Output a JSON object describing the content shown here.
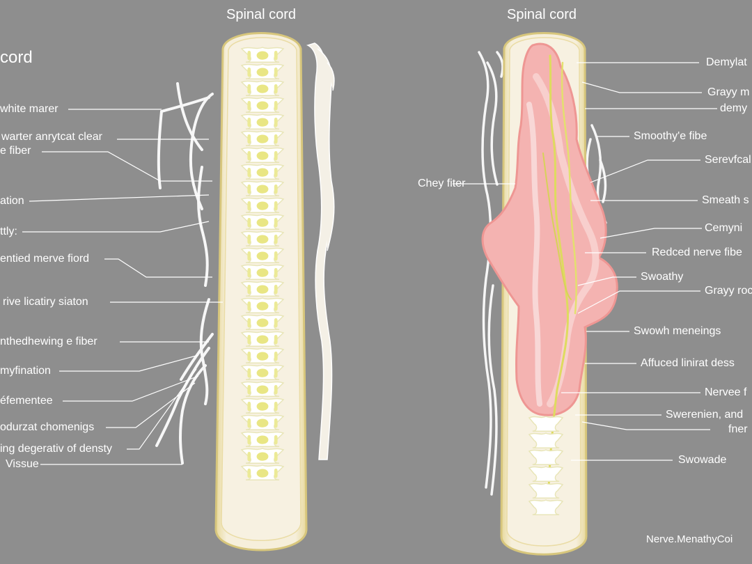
{
  "diagram": {
    "left_panel": {
      "title": "Spinal cord",
      "header_label": "cord",
      "labels": [
        "white marer",
        "warter anrytcat clear",
        "e fiber",
        "ation",
        "ttly:",
        "entied merve fiord",
        "rive licatiry siaton",
        "nthedhewing e fiber",
        "myfination",
        "éfementee",
        "odurzat chomenigs",
        "ing degerativ of densty",
        "Vissue"
      ]
    },
    "right_panel": {
      "title": "Spinal cord",
      "left_label": "Chey fiter",
      "labels": [
        "Demylat",
        "Grayy m",
        "demy",
        "Smoothy'e fibe",
        "Serevfcal",
        "Smeath s",
        "Cemyni",
        "Redced nerve fibe",
        "Swoathy",
        "Grayy roc",
        "Swowh meneings",
        "Affuced linirat dess",
        "Nervee f",
        "Swerenien, and",
        "fner",
        "Swowade"
      ]
    },
    "footer": "Nerve.MenathyCoi",
    "colors": {
      "background": "#8e8e8e",
      "cord_fill": "#f3ead2",
      "cord_edge": "#d9c77e",
      "gray_matter": "#e6e37a",
      "demyelination": "#f2a9a8",
      "label_text": "#ffffff"
    }
  }
}
